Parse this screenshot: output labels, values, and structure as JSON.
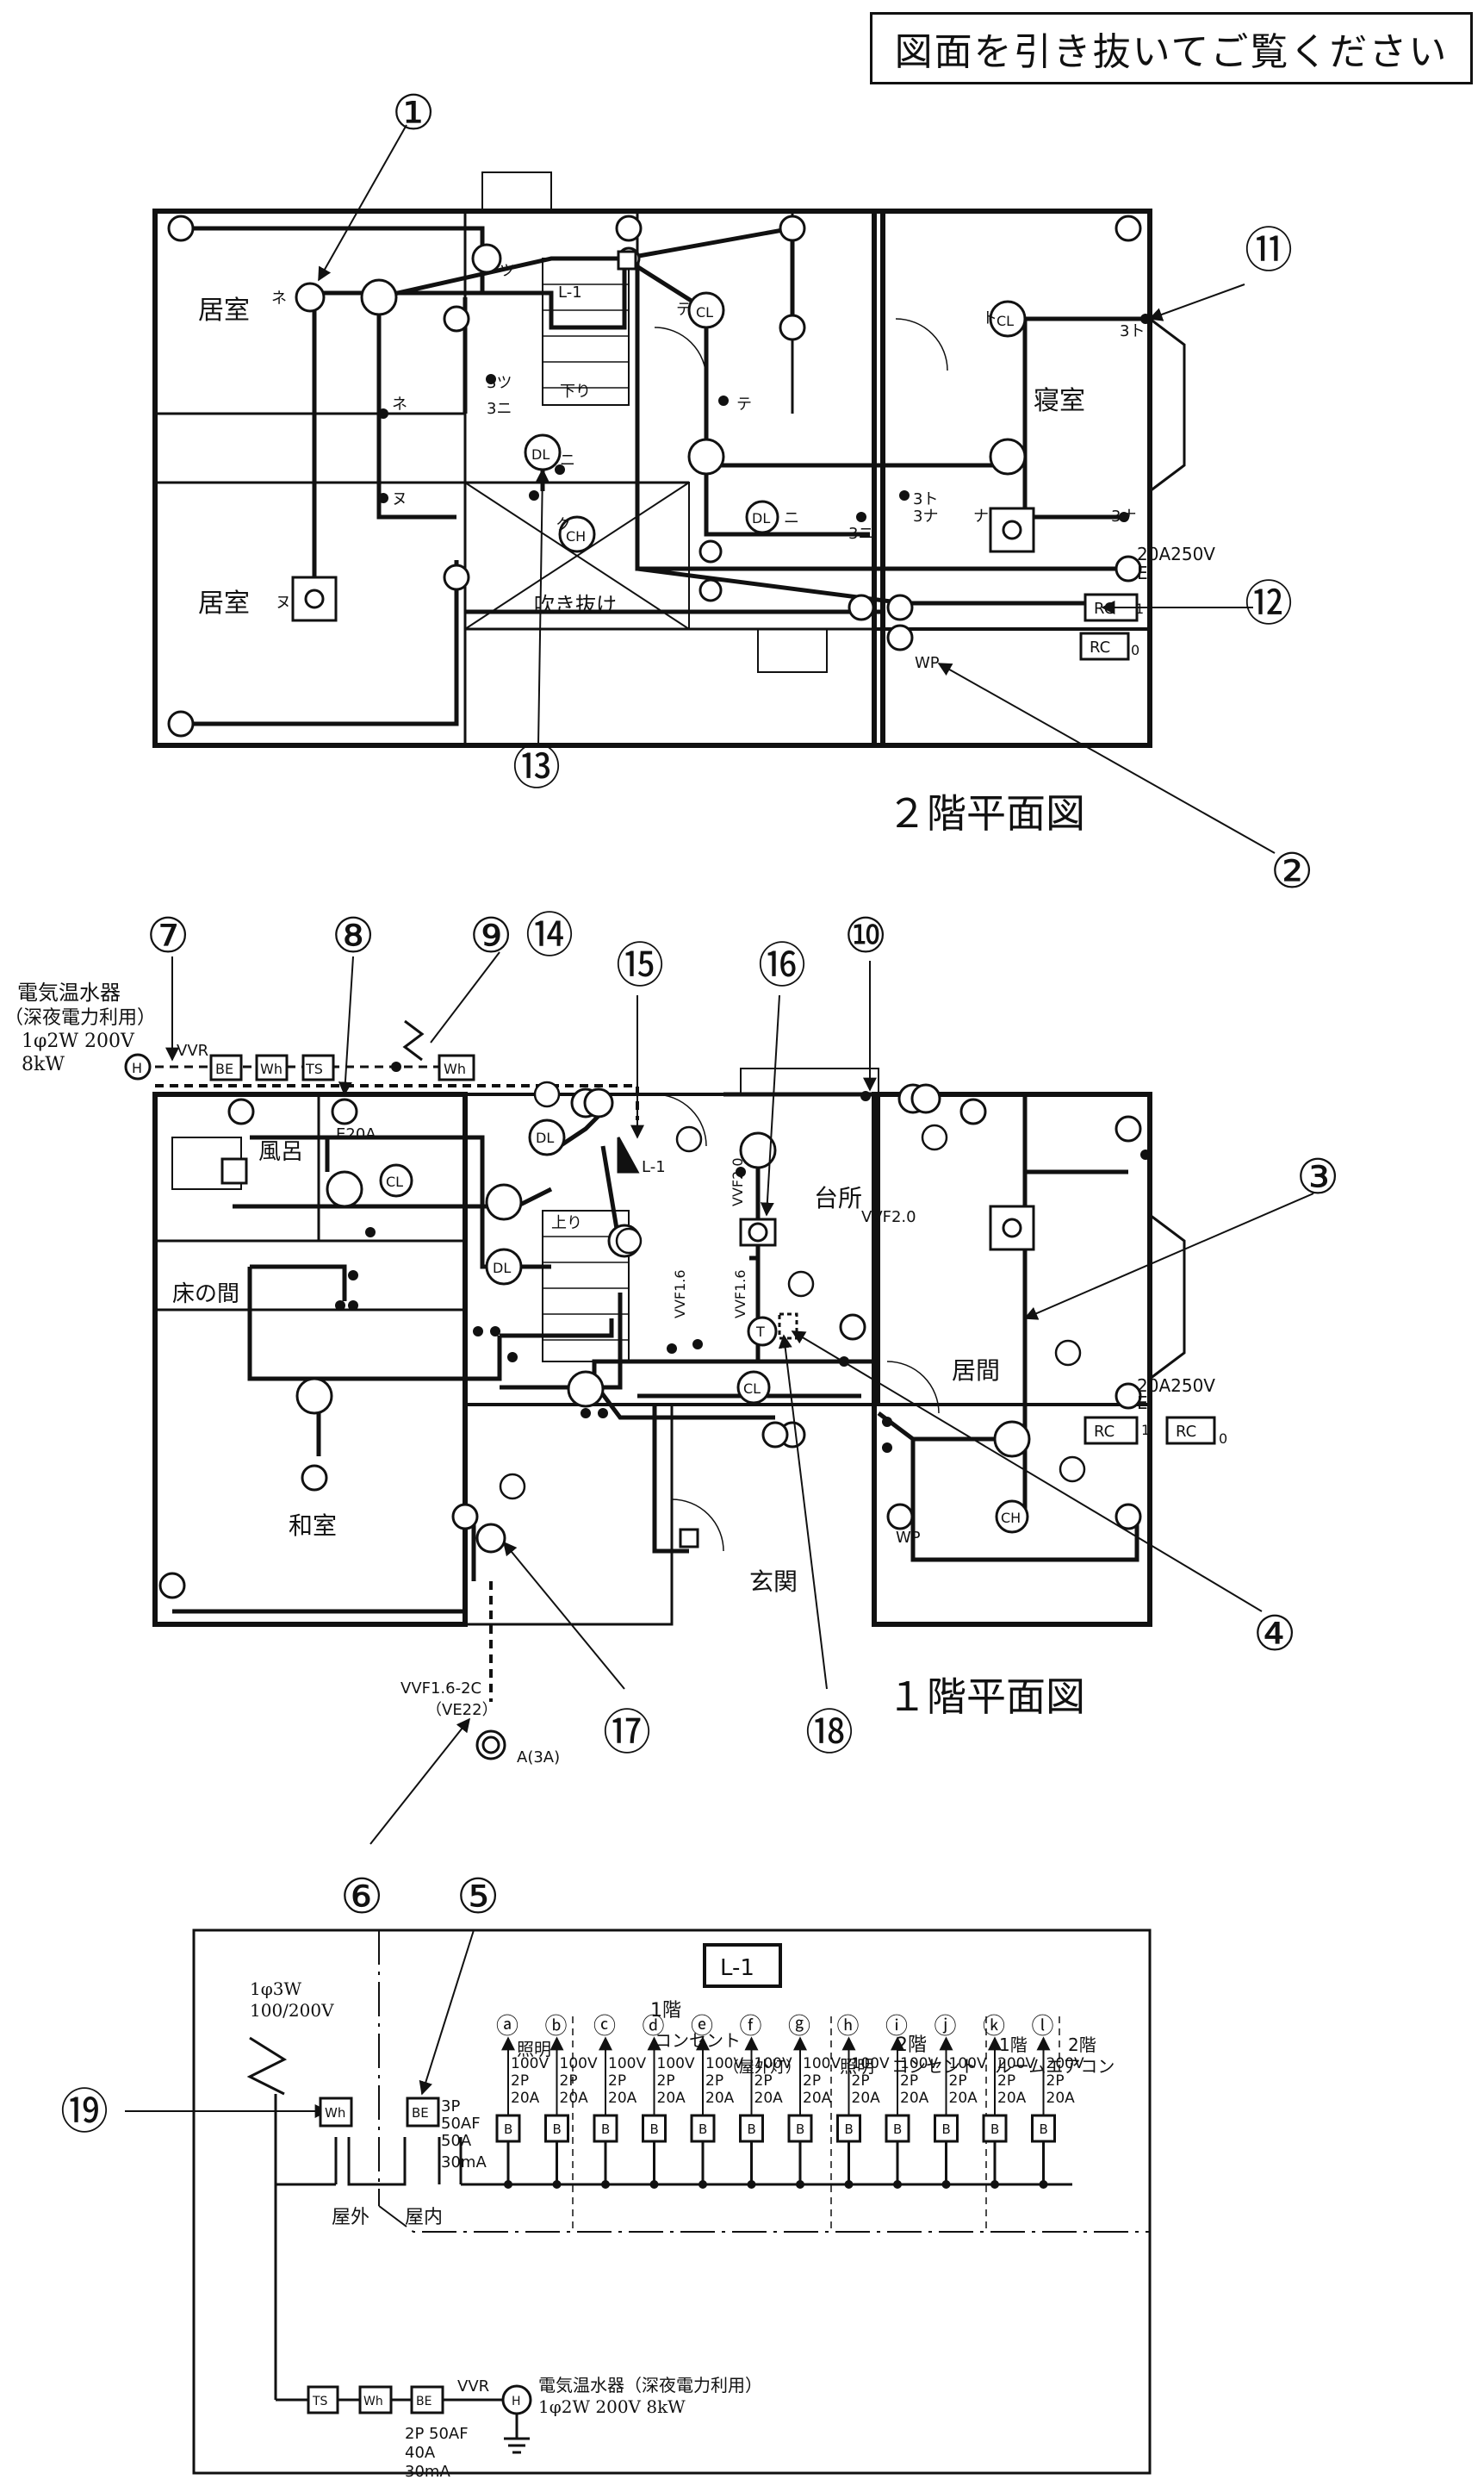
{
  "header": {
    "notice": "図面を引き抜いてご覧ください"
  },
  "floor2": {
    "title": "２階平面図",
    "rooms": {
      "left_upper": "居室",
      "left_lower": "居室",
      "bedroom": "寝室",
      "void": "吹き抜け",
      "stairs_down": "下り"
    },
    "panel": "L-1",
    "labels": {
      "dl": "DL",
      "cl": "CL",
      "ch": "CH",
      "rc": "RC",
      "wp": "WP",
      "outlet_rating": "20A250V",
      "e": "E",
      "n3tsu": "3ツ",
      "n3ni": "3ニ",
      "n3to": "3ト",
      "n3na": "3ナ",
      "to": "ト",
      "te": "テ",
      "ne": "ネ",
      "nu": "ヌ",
      "na": "ナ",
      "ku": "ク",
      "ni": "ニ",
      "tsu": "ツ",
      "one": "1",
      "zero": "0"
    }
  },
  "floor1": {
    "title": "１階平面図",
    "rooms": {
      "bath": "風呂",
      "toko": "床の間",
      "washitsu": "和室",
      "kitchen": "台所",
      "living": "居間",
      "entrance": "玄関",
      "stairs_up": "上り"
    },
    "water_heater": {
      "line1": "電気温水器",
      "line2": "（深夜電力利用）",
      "line3": "1φ2W 200V",
      "line4": "8kW"
    },
    "service": {
      "line1": "VVF1.6-2C",
      "line2": "（VE22）",
      "meter": "A(3A)"
    },
    "cables": {
      "vvr": "VVR",
      "vvf20": "VVF2.0",
      "vvf20b": "VVF2.0",
      "vvf16a": "VVF1.6",
      "vvf16b": "VVF1.6"
    },
    "devices": {
      "be": "BE",
      "wh": "Wh",
      "ts": "TS",
      "e20a": "E20A",
      "h": "H",
      "dl": "DL",
      "cl": "CL",
      "ch": "CH",
      "rc": "RC",
      "wp": "WP",
      "t": "T",
      "l1": "L-1",
      "rating": "20A250V",
      "e": "E",
      "one": "1",
      "zero": "0"
    }
  },
  "callouts": [
    "①",
    "②",
    "③",
    "④",
    "⑤",
    "⑥",
    "⑦",
    "⑧",
    "⑨",
    "⑩",
    "⑪",
    "⑫",
    "⑬",
    "⑭",
    "⑮",
    "⑯",
    "⑰",
    "⑱",
    "⑲"
  ],
  "panel_l1": {
    "title": "L-1",
    "supply": {
      "line1": "1φ3W",
      "line2": "100/200V"
    },
    "main_breaker": {
      "be": "BE",
      "line1": "3P",
      "line2": "50AF",
      "line3": "50A",
      "line4": "30mA"
    },
    "wh": "Wh",
    "outside": "屋外",
    "inside": "屋内",
    "groups": {
      "f1": "1階",
      "f2": "2階",
      "lighting": "照明",
      "outlet": "コンセント",
      "outdoor": "（屋外灯）",
      "lighting2": "照明",
      "outlet2": "コンセント",
      "aircon": "ルームエアコン",
      "ac1": "1階",
      "ac2": "2階"
    },
    "circuits": [
      {
        "id": "ⓐ",
        "rating": [
          "100V",
          "2P",
          "20A"
        ]
      },
      {
        "id": "ⓑ",
        "rating": [
          "100V",
          "2P",
          "20A"
        ]
      },
      {
        "id": "ⓒ",
        "rating": [
          "100V",
          "2P",
          "20A"
        ]
      },
      {
        "id": "ⓓ",
        "rating": [
          "100V",
          "2P",
          "20A"
        ]
      },
      {
        "id": "ⓔ",
        "rating": [
          "100V",
          "2P",
          "20A"
        ]
      },
      {
        "id": "ⓕ",
        "rating": [
          "100V",
          "2P",
          "20A"
        ]
      },
      {
        "id": "ⓖ",
        "rating": [
          "100V",
          "2P",
          "20A"
        ]
      },
      {
        "id": "ⓗ",
        "rating": [
          "100V",
          "2P",
          "20A"
        ]
      },
      {
        "id": "ⓘ",
        "rating": [
          "100V",
          "2P",
          "20A"
        ]
      },
      {
        "id": "ⓙ",
        "rating": [
          "100V",
          "2P",
          "20A"
        ]
      },
      {
        "id": "ⓚ",
        "rating": [
          "200V",
          "2P",
          "20A"
        ]
      },
      {
        "id": "ⓛ",
        "rating": [
          "200V",
          "2P",
          "20A"
        ]
      }
    ],
    "breaker": "B",
    "heater_line": {
      "ts": "TS",
      "wh": "Wh",
      "be": "BE",
      "vvr": "VVR",
      "h": "H",
      "line1": "電気温水器（深夜電力利用）",
      "line2": "1φ2W 200V 8kW",
      "be_rating": [
        "2P 50AF",
        "40A",
        "30mA"
      ]
    }
  }
}
